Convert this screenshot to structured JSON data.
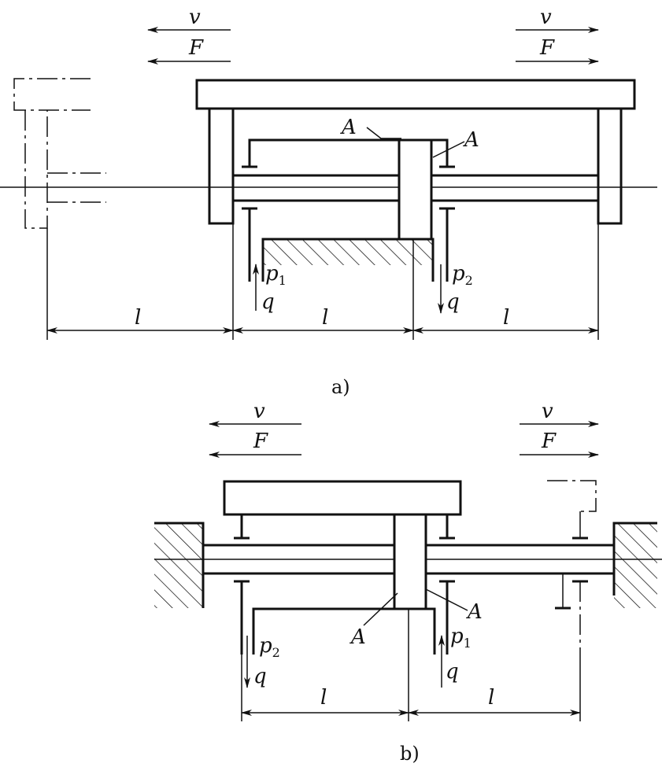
{
  "labels": {
    "velocity": "v",
    "force": "F",
    "area": "A",
    "pressure": "p",
    "flow": "q",
    "length": "l",
    "sub1": "1",
    "sub2": "2"
  },
  "captions": {
    "a": "a)",
    "b": "b)"
  }
}
